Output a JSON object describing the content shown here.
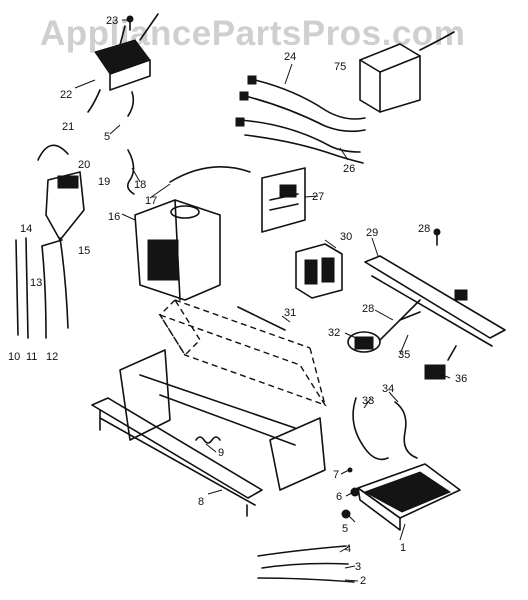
{
  "watermark": "AppliancePartsPros.com",
  "callouts": [
    {
      "id": "c1",
      "label": "1"
    },
    {
      "id": "c2",
      "label": "2"
    },
    {
      "id": "c3",
      "label": "3"
    },
    {
      "id": "c4",
      "label": "4"
    },
    {
      "id": "c5a",
      "label": "5"
    },
    {
      "id": "c5b",
      "label": "5"
    },
    {
      "id": "c6",
      "label": "6"
    },
    {
      "id": "c7",
      "label": "7"
    },
    {
      "id": "c8",
      "label": "8"
    },
    {
      "id": "c9",
      "label": "9"
    },
    {
      "id": "c10",
      "label": "10"
    },
    {
      "id": "c11",
      "label": "11"
    },
    {
      "id": "c12",
      "label": "12"
    },
    {
      "id": "c13",
      "label": "13"
    },
    {
      "id": "c14",
      "label": "14"
    },
    {
      "id": "c15",
      "label": "15"
    },
    {
      "id": "c16",
      "label": "16"
    },
    {
      "id": "c17",
      "label": "17"
    },
    {
      "id": "c18",
      "label": "18"
    },
    {
      "id": "c19",
      "label": "19"
    },
    {
      "id": "c20",
      "label": "20"
    },
    {
      "id": "c21",
      "label": "21"
    },
    {
      "id": "c22",
      "label": "22"
    },
    {
      "id": "c23",
      "label": "23"
    },
    {
      "id": "c24",
      "label": "24"
    },
    {
      "id": "c26",
      "label": "26"
    },
    {
      "id": "c27",
      "label": "27"
    },
    {
      "id": "c28a",
      "label": "28"
    },
    {
      "id": "c28b",
      "label": "28"
    },
    {
      "id": "c29",
      "label": "29"
    },
    {
      "id": "c30",
      "label": "30"
    },
    {
      "id": "c31",
      "label": "31"
    },
    {
      "id": "c32",
      "label": "32"
    },
    {
      "id": "c33",
      "label": "33"
    },
    {
      "id": "c34",
      "label": "34"
    },
    {
      "id": "c35",
      "label": "35"
    },
    {
      "id": "c36",
      "label": "36"
    },
    {
      "id": "c75",
      "label": "75"
    }
  ]
}
